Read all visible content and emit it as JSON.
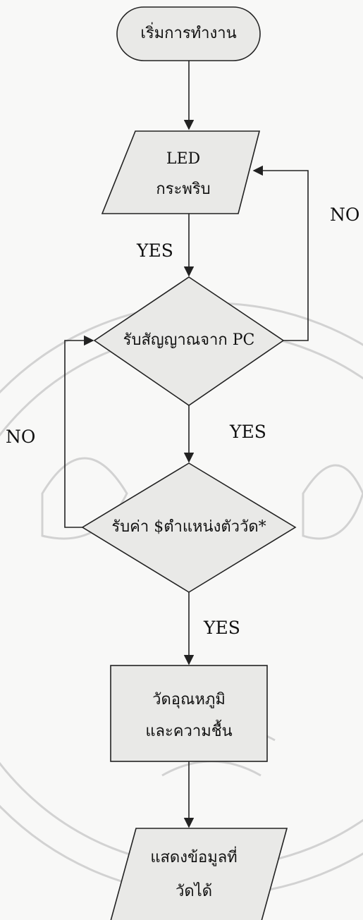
{
  "nodes": {
    "start": "เริ่มการทำงาน",
    "led_line1": "LED",
    "led_line2": "กระพริบ",
    "receive_pc": "รับสัญญาณจาก PC",
    "receive_value": "รับค่า $ตำแหน่งตัววัด*",
    "measure_line1": "วัดอุณหภูมิ",
    "measure_line2": "และความชื้น",
    "display_line1": "แสดงข้อมูลที่",
    "display_line2": "วัดได้"
  },
  "edges": {
    "yes_1": "YES",
    "no_right": "NO",
    "yes_2": "YES",
    "no_left": "NO",
    "yes_3": "YES"
  },
  "colors": {
    "shape_fill": "#e9e9e7",
    "stroke": "#222222",
    "watermark": "#c9c9c9"
  }
}
